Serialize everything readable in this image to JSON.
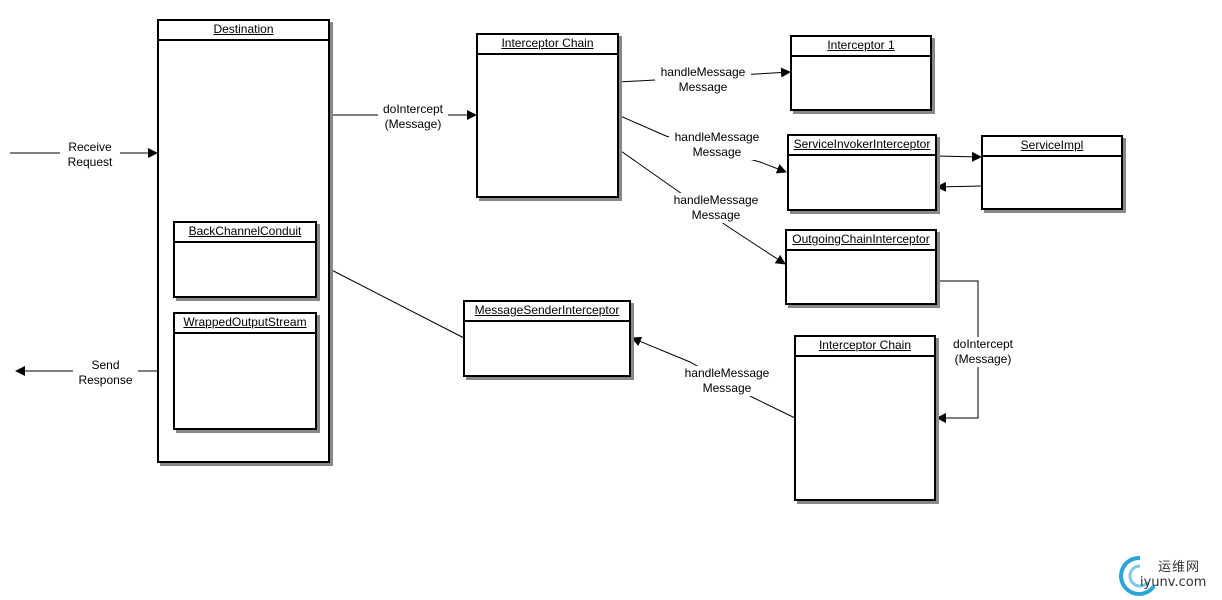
{
  "boxes": {
    "destination": "Destination",
    "back_channel_conduit": "BackChannelConduit",
    "wrapped_output_stream": "WrappedOutputStream",
    "interceptor_chain_in": "Interceptor Chain",
    "interceptor_1": "Interceptor 1",
    "service_invoker_interceptor": "ServiceInvokerInterceptor",
    "service_impl": "ServiceImpl",
    "outgoing_chain_interceptor": "OutgoingChainInterceptor",
    "message_sender_interceptor": "MessageSenderInterceptor",
    "interceptor_chain_out": "Interceptor Chain"
  },
  "labels": {
    "receive_request_1": "Receive",
    "receive_request_2": "Request",
    "send_response_1": "Send",
    "send_response_2": "Response",
    "do_intercept_in_1": "doIntercept",
    "do_intercept_in_2": "(Message)",
    "handle_msg_1a": "handleMessage",
    "handle_msg_1b": "Message",
    "handle_msg_2a": "handleMessage",
    "handle_msg_2b": "Message",
    "handle_msg_3a": "handleMessage",
    "handle_msg_3b": "Message",
    "do_intercept_out_1": "doIntercept",
    "do_intercept_out_2": "(Message)",
    "handle_msg_4a": "handleMessage",
    "handle_msg_4b": "Message"
  },
  "watermark": {
    "cn": "运维网",
    "url": "iyunv.com",
    "color": "#2aa6d6"
  }
}
